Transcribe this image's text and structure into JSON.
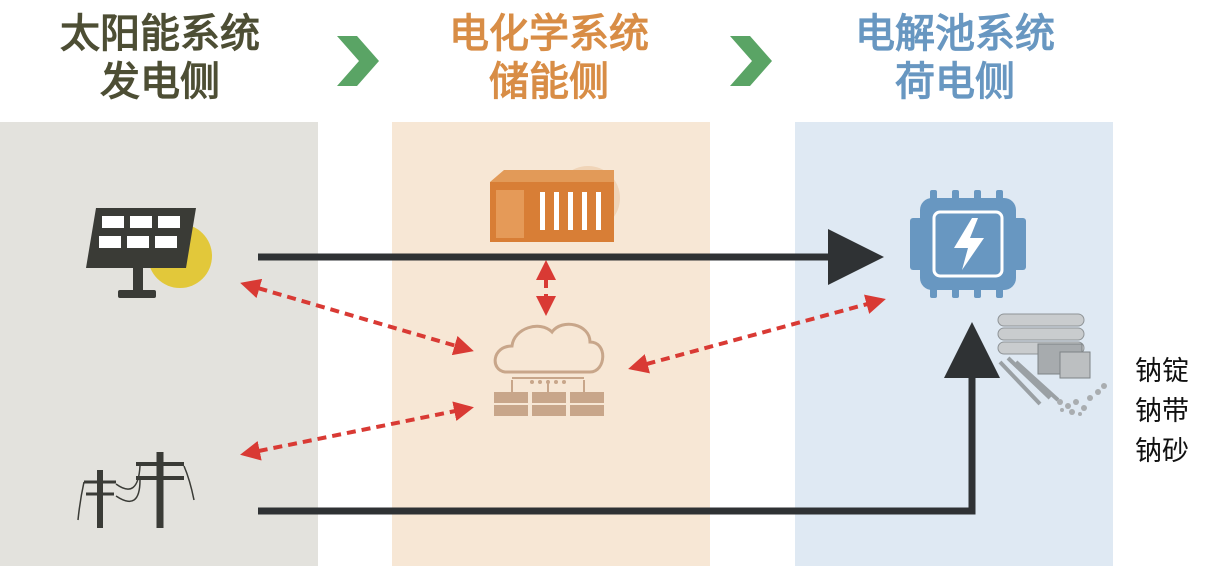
{
  "columns": {
    "solar": {
      "title": "太阳能系统",
      "subtitle": "发电侧",
      "color": "#4d4e34"
    },
    "storage": {
      "title": "电化学系统",
      "subtitle": "储能侧",
      "color": "#d88d46"
    },
    "electrolysis": {
      "title": "电解池系统",
      "subtitle": "荷电侧",
      "color": "#6897c1"
    }
  },
  "products": [
    "钠锭",
    "钠带",
    "钠砂"
  ],
  "colors": {
    "solar_bg": "#e3e2dd",
    "storage_bg": "#f7e7d5",
    "electrolysis_bg": "#dfe9f3",
    "arrow_solid": "#2f3234",
    "arrow_dashed": "#d93a34",
    "chevron": "#5aa465"
  },
  "icons": {
    "solar": "solar-panel-icon",
    "grid": "power-pole-icon",
    "storage": "battery-container-icon",
    "cloud": "cloud-server-icon",
    "electrolysis": "electrolyzer-chip-icon",
    "metal": "sodium-metal-icon"
  }
}
